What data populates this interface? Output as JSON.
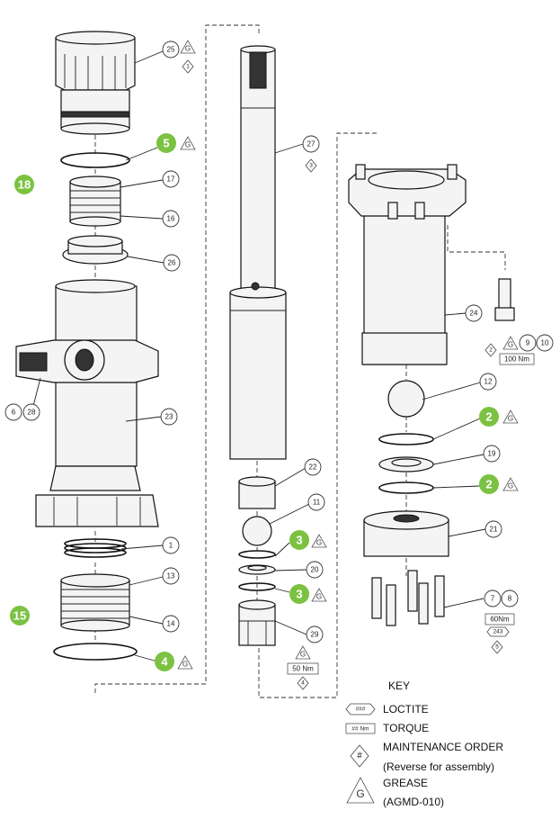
{
  "callouts": {
    "c25": "25",
    "c27": "27",
    "c17": "17",
    "c16": "16",
    "c26": "26",
    "c24": "24",
    "c9": "9",
    "c10": "10",
    "c6": "6",
    "c28": "28",
    "c23": "23",
    "c12": "12",
    "c19": "19",
    "c22": "22",
    "c11": "11",
    "c20": "20",
    "c21": "21",
    "c1": "1",
    "c13": "13",
    "c14": "14",
    "c29": "29",
    "c7": "7",
    "c8": "8"
  },
  "maintenance_order": {
    "m1": "1",
    "m3": "3",
    "m2": "2",
    "m4": "4",
    "m5": "5"
  },
  "torque": {
    "t100": "100 Nm",
    "t50": "50 Nm",
    "t60": "60Nm"
  },
  "loctite": {
    "l243": "243"
  },
  "grease_counts": {
    "g5": "5",
    "g18": "18",
    "g2a": "2",
    "g2b": "2",
    "g3a": "3",
    "g3b": "3",
    "g15": "15",
    "g4": "4"
  },
  "grease_symbol": "G",
  "key": {
    "title": "KEY",
    "loctite_symbol": "###",
    "loctite_label": "LOCTITE",
    "torque_symbol": "## Nm",
    "torque_label": "TORQUE",
    "order_symbol": "#",
    "order_label": "MAINTENANCE ORDER",
    "order_note": "(Reverse for assembly)",
    "grease_label": "GREASE",
    "grease_note": "(AGMD-010)"
  },
  "colors": {
    "grease_badge": "#7cc242",
    "line": "#222222"
  }
}
